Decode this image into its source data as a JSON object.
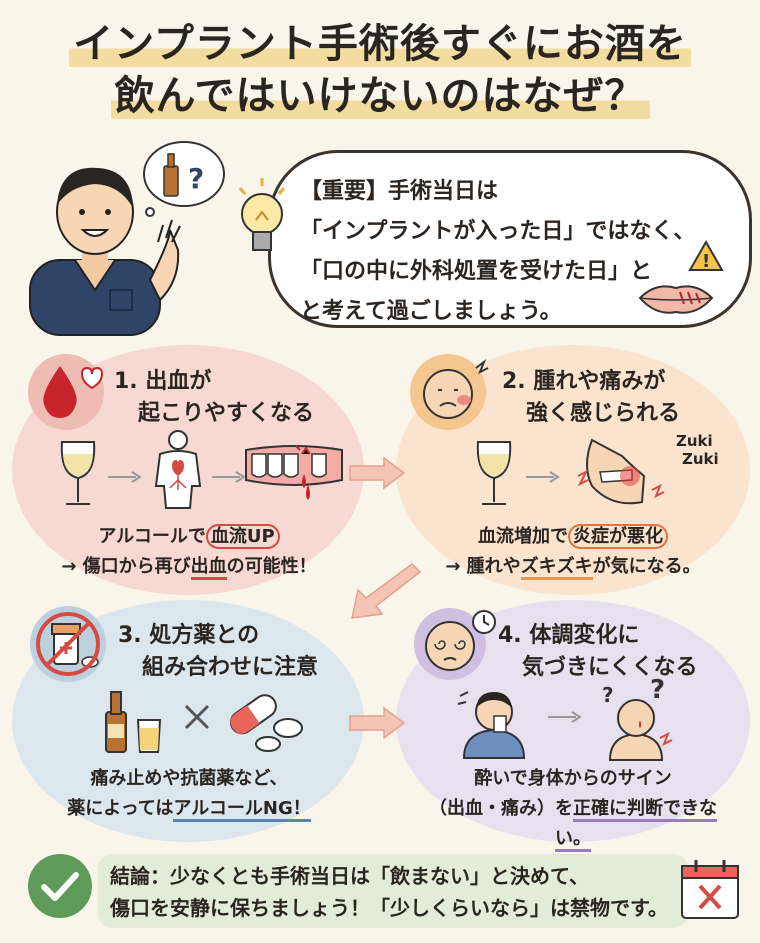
{
  "title": {
    "line1": "インプラント手術後すぐにお酒を",
    "line2": "飲んではいけないのはなぜ？"
  },
  "callout": {
    "line1": "【重要】手術当日は",
    "line2": "「インプラントが入った日」ではなく、",
    "line3": "「口の中に外科処置を受けた日」と",
    "line4": "と考えて過ごしましょう。"
  },
  "sections": [
    {
      "number": "1.",
      "title_line1": "出血が",
      "title_line2": "起こりやすくなる",
      "desc_line1_pre": "アルコールで",
      "desc_line1_em": "血流UP",
      "desc_line2_pre": "→ 傷口から再び",
      "desc_line2_em": "出血",
      "desc_line2_post": "の可能性！",
      "color": "#d44b44"
    },
    {
      "number": "2.",
      "title_line1": "腫れや痛みが",
      "title_line2": "強く感じられる",
      "sfx1": "Zuki",
      "sfx2": "Zuki",
      "desc_line1_pre": "血流増加で",
      "desc_line1_em": "炎症が悪化",
      "desc_line2_pre": "→ 腫れや",
      "desc_line2_em": "ズキズキ",
      "desc_line2_post": "が気になる。",
      "color": "#e39a4b"
    },
    {
      "number": "3.",
      "title_line1": "処方薬との",
      "title_line2": "組み合わせに注意",
      "desc_line1": "痛み止めや抗菌薬など、",
      "desc_line2_pre": "薬によっては",
      "desc_line2_em": "アルコールNG！",
      "color": "#5b83b3"
    },
    {
      "number": "4.",
      "title_line1": "体調変化に",
      "title_line2": "気づきにくくなる",
      "desc_line1": "酔いで身体からのサイン",
      "desc_line2_pre": "（出血・痛み）を",
      "desc_line2_em": "正確に判断できない。",
      "color": "#9a7bbd"
    }
  ],
  "conclusion": {
    "line1": "結論：少なくとも手術当日は「飲まない」と決めて、",
    "line2": "傷口を安静に保ちましょう！「少しくらいなら」は禁物です。",
    "color": "#5e9a58"
  },
  "icons": [
    "doctor",
    "bottle-question-icon",
    "lightbulb-icon",
    "warning-icon",
    "lips-stitches-icon",
    "blood-drop-heart-icon",
    "wine-glass-icon",
    "body-heart-icon",
    "teeth-bleeding-icon",
    "sick-face-icon",
    "jaw-pain-icon",
    "no-medicine-icon",
    "beer-bottle-icon",
    "capsule-icon",
    "dizzy-face-icon",
    "clock-icon",
    "drinking-man-icon",
    "confused-person-icon",
    "check-circle-icon",
    "calendar-x-icon",
    "arrow-right-icon"
  ]
}
